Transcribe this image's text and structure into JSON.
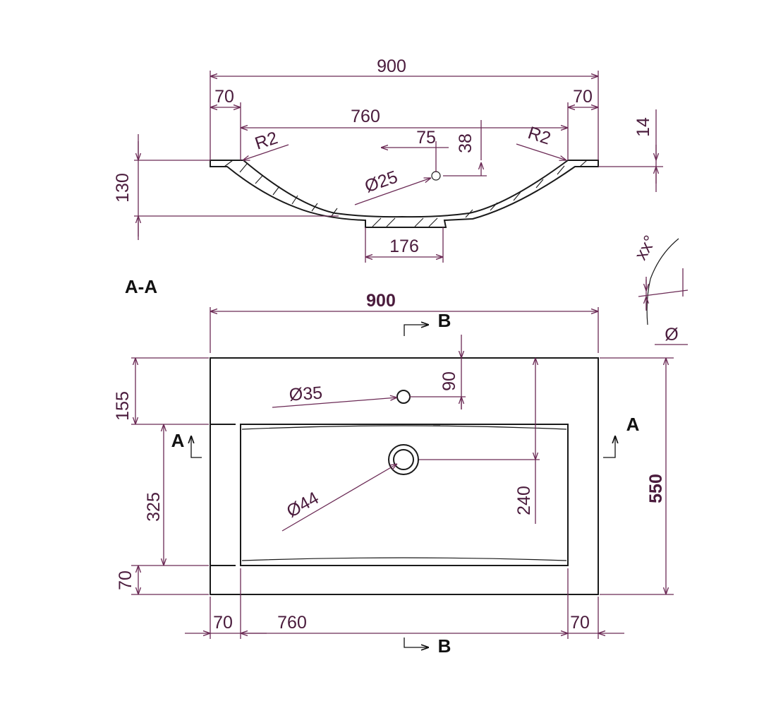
{
  "section_view": {
    "overall_width": "900",
    "rim_left": "70",
    "rim_right": "70",
    "bowl_width": "760",
    "radius_left": "R2",
    "radius_right": "R2",
    "tap_offset": "75",
    "tap_depth": "38",
    "rim_thickness": "14",
    "total_height": "130",
    "tap_hole_diameter": "Ø25",
    "drain_width": "176"
  },
  "section_label": "A-A",
  "plan_view": {
    "overall_width": "900",
    "overall_depth": "550",
    "tap_hole_diameter": "Ø35",
    "tap_hole_offset": "90",
    "drain_diameter": "Ø44",
    "drain_offset": "240",
    "front_to_bowl": "155",
    "bowl_depth": "325",
    "back_rim": "70",
    "bottom_left": "70",
    "bottom_bowl": "760",
    "bottom_right": "70"
  },
  "section_markers": {
    "b_top": "B",
    "b_bottom": "B",
    "a_left": "A",
    "a_right": "A"
  },
  "detail_view": {
    "angle": "xx°",
    "diameter": "Ø"
  }
}
